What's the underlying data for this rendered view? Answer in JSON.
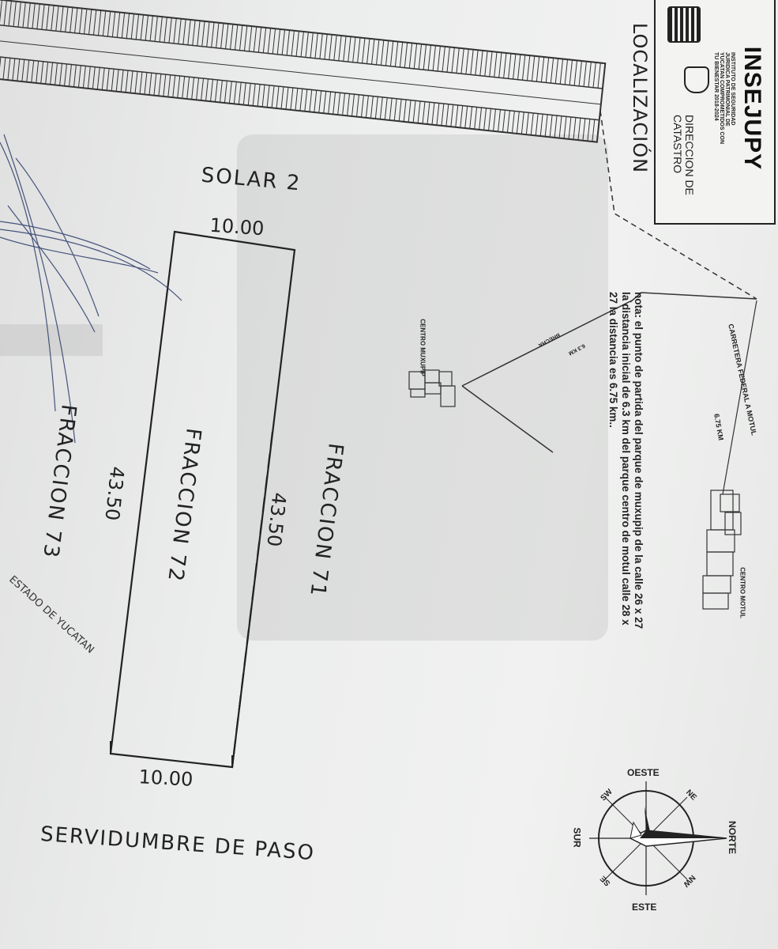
{
  "header": {
    "logo_name": "INSEJUPY",
    "logo_subtitle": "INSTITUTO DE SEGURIDAD JURIDICA PATRIMONIAL DE YUCATAN COMPROMETIDOS CON TU BIENESTAR 2018-2024",
    "direccion_line1": "DIRECCION DE",
    "direccion_line2": "CATASTRO",
    "localizacion": "LOCALIZACIÓN"
  },
  "plan": {
    "solar_label": "SOLAR 2",
    "fraccion_71": "FRACCION 71",
    "fraccion_72": "FRACCION 72",
    "fraccion_73": "FRACCION 73",
    "dim_top": "10.00",
    "dim_bottom": "10.00",
    "dim_left": "43.50",
    "dim_right": "43.50",
    "servidumbre": "SERVIDUMBRE DE PASO",
    "stamp_text": "ESTADO DE YUCATAN"
  },
  "location_map": {
    "carretera": "CARRETERA FEDERAL A MOTUL",
    "distance": "6.75 KM",
    "brecha": "BRECHA",
    "brecha_dist": "6.3 KM",
    "centro_muxupip": "CENTRO MUXUPIP",
    "centro_motul": "CENTRO MOTUL",
    "note": "nota: el punto de partida del parque de muxupip de la calle 26 x 27 la distancia inicial de 6.3 km del parque centro de motul calle 28 x 27 la distancia es 6.75 km.."
  },
  "compass": {
    "north": "NORTE",
    "south": "SUR",
    "east": "ESTE",
    "west": "OESTE",
    "ne": "NE",
    "nw": "NW",
    "se": "SE",
    "sw": "SW"
  },
  "colors": {
    "ink": "#222222",
    "paper": "#eceded"
  }
}
